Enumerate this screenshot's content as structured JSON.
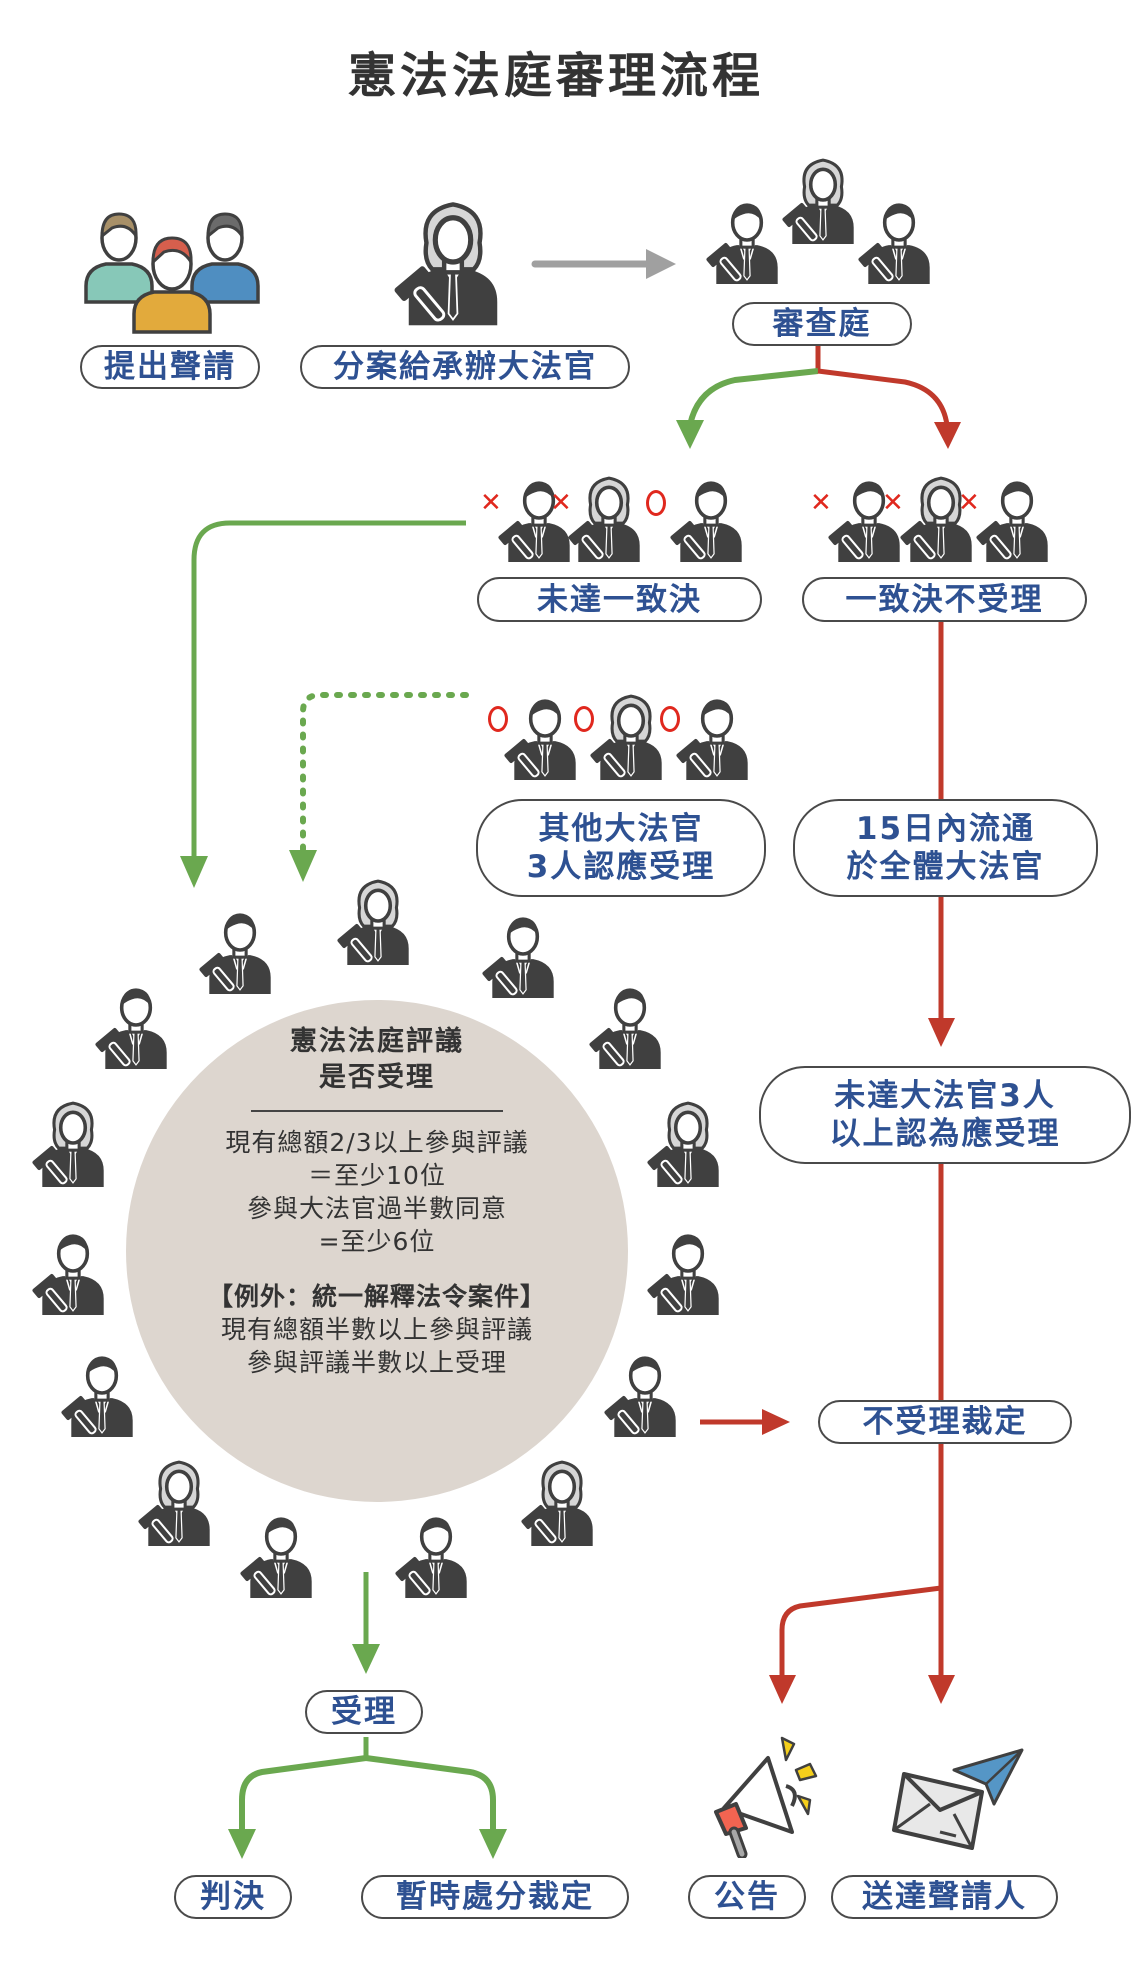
{
  "title": "憲法法庭審理流程",
  "colors": {
    "label_text": "#2e5192",
    "accept_path": "#6aa84f",
    "reject_path": "#c0392b",
    "neutral_arrow": "#a0a0a0",
    "circle_fill": "#ddd6cf",
    "icon_dark": "#404040"
  },
  "steps": {
    "petition": "提出聲請",
    "assign": "分案給承辦大法官",
    "review_panel": "審查庭",
    "not_unanimous": "未達一致決",
    "unanimous_reject": "一致決不受理",
    "three_justices_accept": "其他大法官\n3人認應受理",
    "circulate_15_days": "15日內流通\n於全體大法官",
    "under_three_justices": "未達大法官3人\n以上認為應受理",
    "rejection_ruling": "不受理裁定",
    "accepted": "受理",
    "judgment": "判決",
    "provisional_ruling": "暫時處分裁定",
    "announcement": "公告",
    "serve_petitioner": "送達聲請人"
  },
  "votes": {
    "not_unanimous": [
      "✕",
      "✕",
      "○"
    ],
    "unanimous_reject": [
      "✕",
      "✕",
      "✕"
    ],
    "three_accept": [
      "○",
      "○",
      "○"
    ]
  },
  "deliberation": {
    "title_line1": "憲法法庭評議",
    "title_line2": "是否受理",
    "rule_lines": [
      "現有總額2/3以上參與評議",
      "＝至少10位",
      "參與大法官過半數同意",
      "=至少6位"
    ],
    "exception_title": "【例外：統一解釋法令案件】",
    "exception_lines": [
      "現有總額半數以上參與評議",
      "參與評議半數以上受理"
    ],
    "justice_count": 15
  },
  "icons": {
    "petitioners": "petitioners-group-icon",
    "justice_male": "judge-male-icon",
    "justice_female": "judge-female-wig-icon",
    "announcement": "megaphone-icon",
    "delivery": "envelope-paper-plane-icon",
    "vote_no": "red-x-mark",
    "vote_yes": "red-circle-mark"
  }
}
